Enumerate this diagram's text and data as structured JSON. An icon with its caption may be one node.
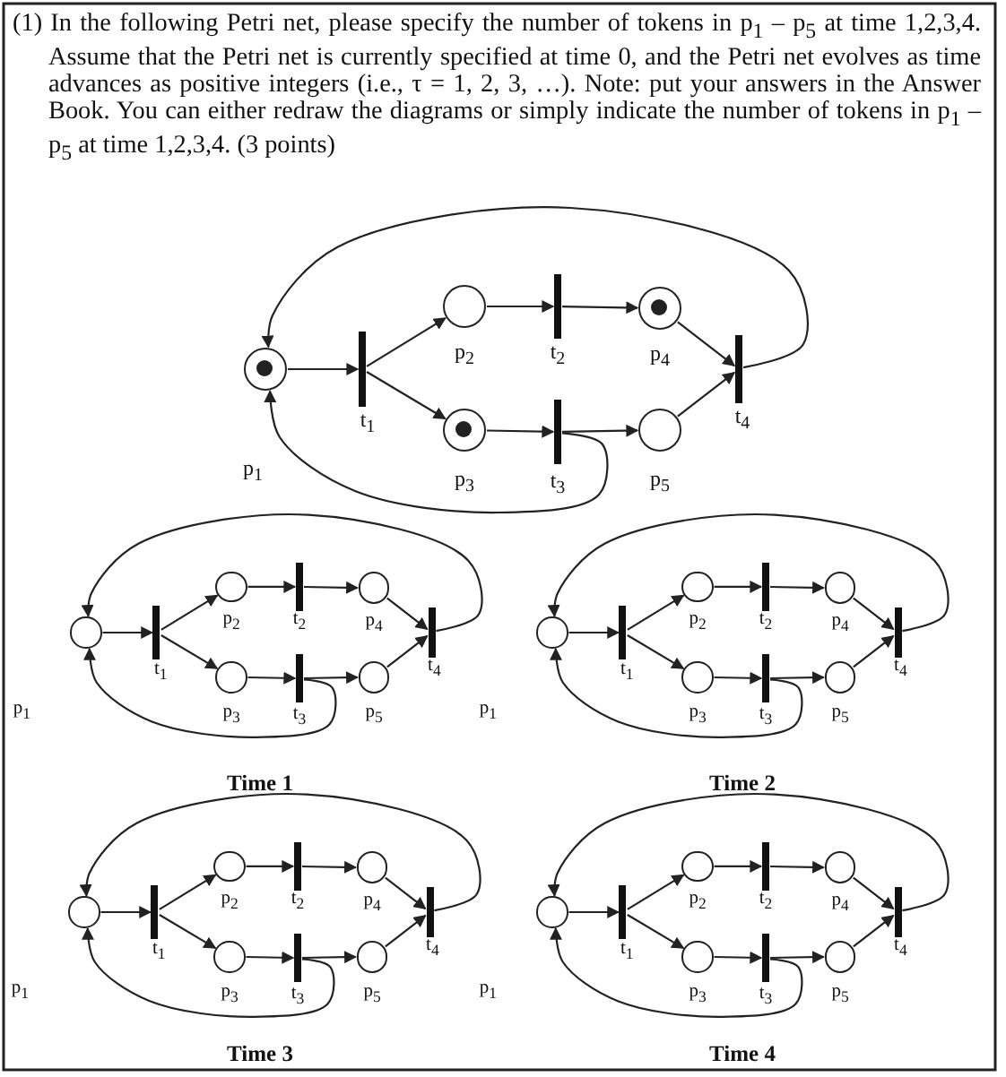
{
  "diagram": {
    "title": "(1) In the following Petri net, please specify the number of tokens in p$_{1}$ – p$_{5}$ at time 1,2,3,4. Assume that the Petri net is currently specified at time 0, and the Petri net evolves as time advances as positive integers (i.e., τ = 1, 2, 3, …). Note: put your answers in the Answer Book. You can either redraw the diagrams or simply indicate the number of tokens in p$_{1}$ – p$_{5}$ at time 1,2,3,4. (3 points)",
    "nodes": [
      {
        "text": [],
        "shape": "circle",
        "beside": [
          "p$_{1}$"
        ]
      },
      {
        "text": [],
        "shape": "dot",
        "in": 0
      },
      {
        "text": [],
        "shape": "bar",
        "beside": [
          "t$_{1}$"
        ]
      },
      {
        "text": [],
        "shape": "circle",
        "beside": [
          "p$_{2}$"
        ]
      },
      {
        "text": [],
        "shape": "bar",
        "beside": [
          "t$_{2}$"
        ]
      },
      {
        "text": [],
        "shape": "circle",
        "beside": [
          "p$_{4}$"
        ]
      },
      {
        "text": [],
        "shape": "dot",
        "in": 5
      },
      {
        "text": [],
        "shape": "bar",
        "beside": [
          "t$_{4}$"
        ]
      },
      {
        "text": [],
        "shape": "circle",
        "beside": [
          "p$_{3}$"
        ]
      },
      {
        "text": [],
        "shape": "dot",
        "in": 8
      },
      {
        "text": [],
        "shape": "bar",
        "beside": [
          "t$_{3}$"
        ]
      },
      {
        "text": [],
        "shape": "circle",
        "beside": [
          "p$_{5}$"
        ]
      },
      {
        "text": [],
        "shape": "circle",
        "beside": [
          "p$_{1}$"
        ]
      },
      {
        "text": [],
        "shape": "bar",
        "beside": [
          "t$_{1}$"
        ]
      },
      {
        "text": [],
        "shape": "circle",
        "beside": [
          "p$_{2}$"
        ]
      },
      {
        "text": [],
        "shape": "bar",
        "beside": [
          "t$_{2}$"
        ]
      },
      {
        "text": [],
        "shape": "circle",
        "beside": [
          "p$_{4}$"
        ]
      },
      {
        "text": [],
        "shape": "bar",
        "beside": [
          "t$_{4}$"
        ]
      },
      {
        "text": [],
        "shape": "circle",
        "beside": [
          "p$_{3}$"
        ]
      },
      {
        "text": [],
        "shape": "bar",
        "beside": [
          "t$_{3}$"
        ]
      },
      {
        "text": [],
        "shape": "circle",
        "beside": [
          "p$_{5}$"
        ]
      },
      {
        "text": [],
        "shape": "circle",
        "beside": [
          "p$_{1}$"
        ]
      },
      {
        "text": [],
        "shape": "bar",
        "beside": [
          "t$_{1}$"
        ]
      },
      {
        "text": [],
        "shape": "circle",
        "beside": [
          "p$_{2}$"
        ]
      },
      {
        "text": [],
        "shape": "bar",
        "beside": [
          "t$_{2}$"
        ]
      },
      {
        "text": [],
        "shape": "circle",
        "beside": [
          "p$_{4}$"
        ]
      },
      {
        "text": [],
        "shape": "bar",
        "beside": [
          "t$_{4}$"
        ]
      },
      {
        "text": [],
        "shape": "circle",
        "beside": [
          "p$_{3}$"
        ]
      },
      {
        "text": [],
        "shape": "bar",
        "beside": [
          "t$_{3}$"
        ]
      },
      {
        "text": [],
        "shape": "circle",
        "beside": [
          "p$_{5}$"
        ]
      },
      {
        "text": [],
        "shape": "circle",
        "beside": [
          "p$_{1}$"
        ]
      },
      {
        "text": [],
        "shape": "bar",
        "beside": [
          "t$_{1}$"
        ]
      },
      {
        "text": [],
        "shape": "circle",
        "beside": [
          "p$_{2}$"
        ]
      },
      {
        "text": [],
        "shape": "bar",
        "beside": [
          "t$_{2}$"
        ]
      },
      {
        "text": [],
        "shape": "circle",
        "beside": [
          "p$_{4}$"
        ]
      },
      {
        "text": [],
        "shape": "bar",
        "beside": [
          "t$_{4}$"
        ]
      },
      {
        "text": [],
        "shape": "circle",
        "beside": [
          "p$_{3}$"
        ]
      },
      {
        "text": [],
        "shape": "bar",
        "beside": [
          "t$_{3}$"
        ]
      },
      {
        "text": [],
        "shape": "circle",
        "beside": [
          "p$_{5}$"
        ]
      },
      {
        "text": [],
        "shape": "circle",
        "beside": [
          "p$_{1}$"
        ]
      },
      {
        "text": [],
        "shape": "bar",
        "beside": [
          "t$_{1}$"
        ]
      },
      {
        "text": [],
        "shape": "circle",
        "beside": [
          "p$_{2}$"
        ]
      },
      {
        "text": [],
        "shape": "bar",
        "beside": [
          "t$_{2}$"
        ]
      },
      {
        "text": [],
        "shape": "circle",
        "beside": [
          "p$_{4}$"
        ]
      },
      {
        "text": [],
        "shape": "bar",
        "beside": [
          "t$_{4}$"
        ]
      },
      {
        "text": [],
        "shape": "circle",
        "beside": [
          "p$_{3}$"
        ]
      },
      {
        "text": [],
        "shape": "bar",
        "beside": [
          "t$_{3}$"
        ]
      },
      {
        "text": [],
        "shape": "circle",
        "beside": [
          "p$_{5}$"
        ]
      }
    ],
    "edges": [
      {
        "from": 0,
        "to": 2,
        "arrow": "to"
      },
      {
        "from": 2,
        "to": 3,
        "arrow": "to"
      },
      {
        "from": 2,
        "to": 8,
        "arrow": "to"
      },
      {
        "from": 3,
        "to": 4,
        "arrow": "to"
      },
      {
        "from": 4,
        "to": 5,
        "arrow": "to"
      },
      {
        "from": 8,
        "to": 10,
        "arrow": "to"
      },
      {
        "from": 10,
        "to": 11,
        "arrow": "to"
      },
      {
        "from": 5,
        "to": 7,
        "arrow": "to"
      },
      {
        "from": 11,
        "to": 7,
        "arrow": "to"
      },
      {
        "from": 7,
        "to": 0,
        "arrow": "to"
      },
      {
        "from": 10,
        "to": 0,
        "arrow": "to"
      },
      {
        "from": 12,
        "to": 13,
        "arrow": "to"
      },
      {
        "from": 13,
        "to": 14,
        "arrow": "to"
      },
      {
        "from": 13,
        "to": 18,
        "arrow": "to"
      },
      {
        "from": 14,
        "to": 15,
        "arrow": "to"
      },
      {
        "from": 15,
        "to": 16,
        "arrow": "to"
      },
      {
        "from": 18,
        "to": 19,
        "arrow": "to"
      },
      {
        "from": 19,
        "to": 20,
        "arrow": "to"
      },
      {
        "from": 16,
        "to": 17,
        "arrow": "to"
      },
      {
        "from": 20,
        "to": 17,
        "arrow": "to"
      },
      {
        "from": 17,
        "to": 12,
        "arrow": "to"
      },
      {
        "from": 19,
        "to": 12,
        "arrow": "to"
      },
      {
        "from": 21,
        "to": 22,
        "arrow": "to"
      },
      {
        "from": 22,
        "to": 23,
        "arrow": "to"
      },
      {
        "from": 22,
        "to": 27,
        "arrow": "to"
      },
      {
        "from": 23,
        "to": 24,
        "arrow": "to"
      },
      {
        "from": 24,
        "to": 25,
        "arrow": "to"
      },
      {
        "from": 27,
        "to": 28,
        "arrow": "to"
      },
      {
        "from": 28,
        "to": 29,
        "arrow": "to"
      },
      {
        "from": 25,
        "to": 26,
        "arrow": "to"
      },
      {
        "from": 29,
        "to": 26,
        "arrow": "to"
      },
      {
        "from": 26,
        "to": 21,
        "arrow": "to"
      },
      {
        "from": 28,
        "to": 21,
        "arrow": "to"
      },
      {
        "from": 30,
        "to": 31,
        "arrow": "to"
      },
      {
        "from": 31,
        "to": 32,
        "arrow": "to"
      },
      {
        "from": 31,
        "to": 36,
        "arrow": "to"
      },
      {
        "from": 32,
        "to": 33,
        "arrow": "to"
      },
      {
        "from": 33,
        "to": 34,
        "arrow": "to"
      },
      {
        "from": 36,
        "to": 37,
        "arrow": "to"
      },
      {
        "from": 37,
        "to": 38,
        "arrow": "to"
      },
      {
        "from": 34,
        "to": 35,
        "arrow": "to"
      },
      {
        "from": 38,
        "to": 35,
        "arrow": "to"
      },
      {
        "from": 35,
        "to": 30,
        "arrow": "to"
      },
      {
        "from": 37,
        "to": 30,
        "arrow": "to"
      },
      {
        "from": 39,
        "to": 40,
        "arrow": "to"
      },
      {
        "from": 40,
        "to": 41,
        "arrow": "to"
      },
      {
        "from": 40,
        "to": 45,
        "arrow": "to"
      },
      {
        "from": 41,
        "to": 42,
        "arrow": "to"
      },
      {
        "from": 42,
        "to": 43,
        "arrow": "to"
      },
      {
        "from": 45,
        "to": 46,
        "arrow": "to"
      },
      {
        "from": 46,
        "to": 47,
        "arrow": "to"
      },
      {
        "from": 43,
        "to": 44,
        "arrow": "to"
      },
      {
        "from": 47,
        "to": 44,
        "arrow": "to"
      },
      {
        "from": 44,
        "to": 39,
        "arrow": "to"
      },
      {
        "from": 46,
        "to": 39,
        "arrow": "to"
      }
    ],
    "labels": [
      "Time 1",
      "Time 2",
      "Time 3",
      "Time 4"
    ]
  }
}
